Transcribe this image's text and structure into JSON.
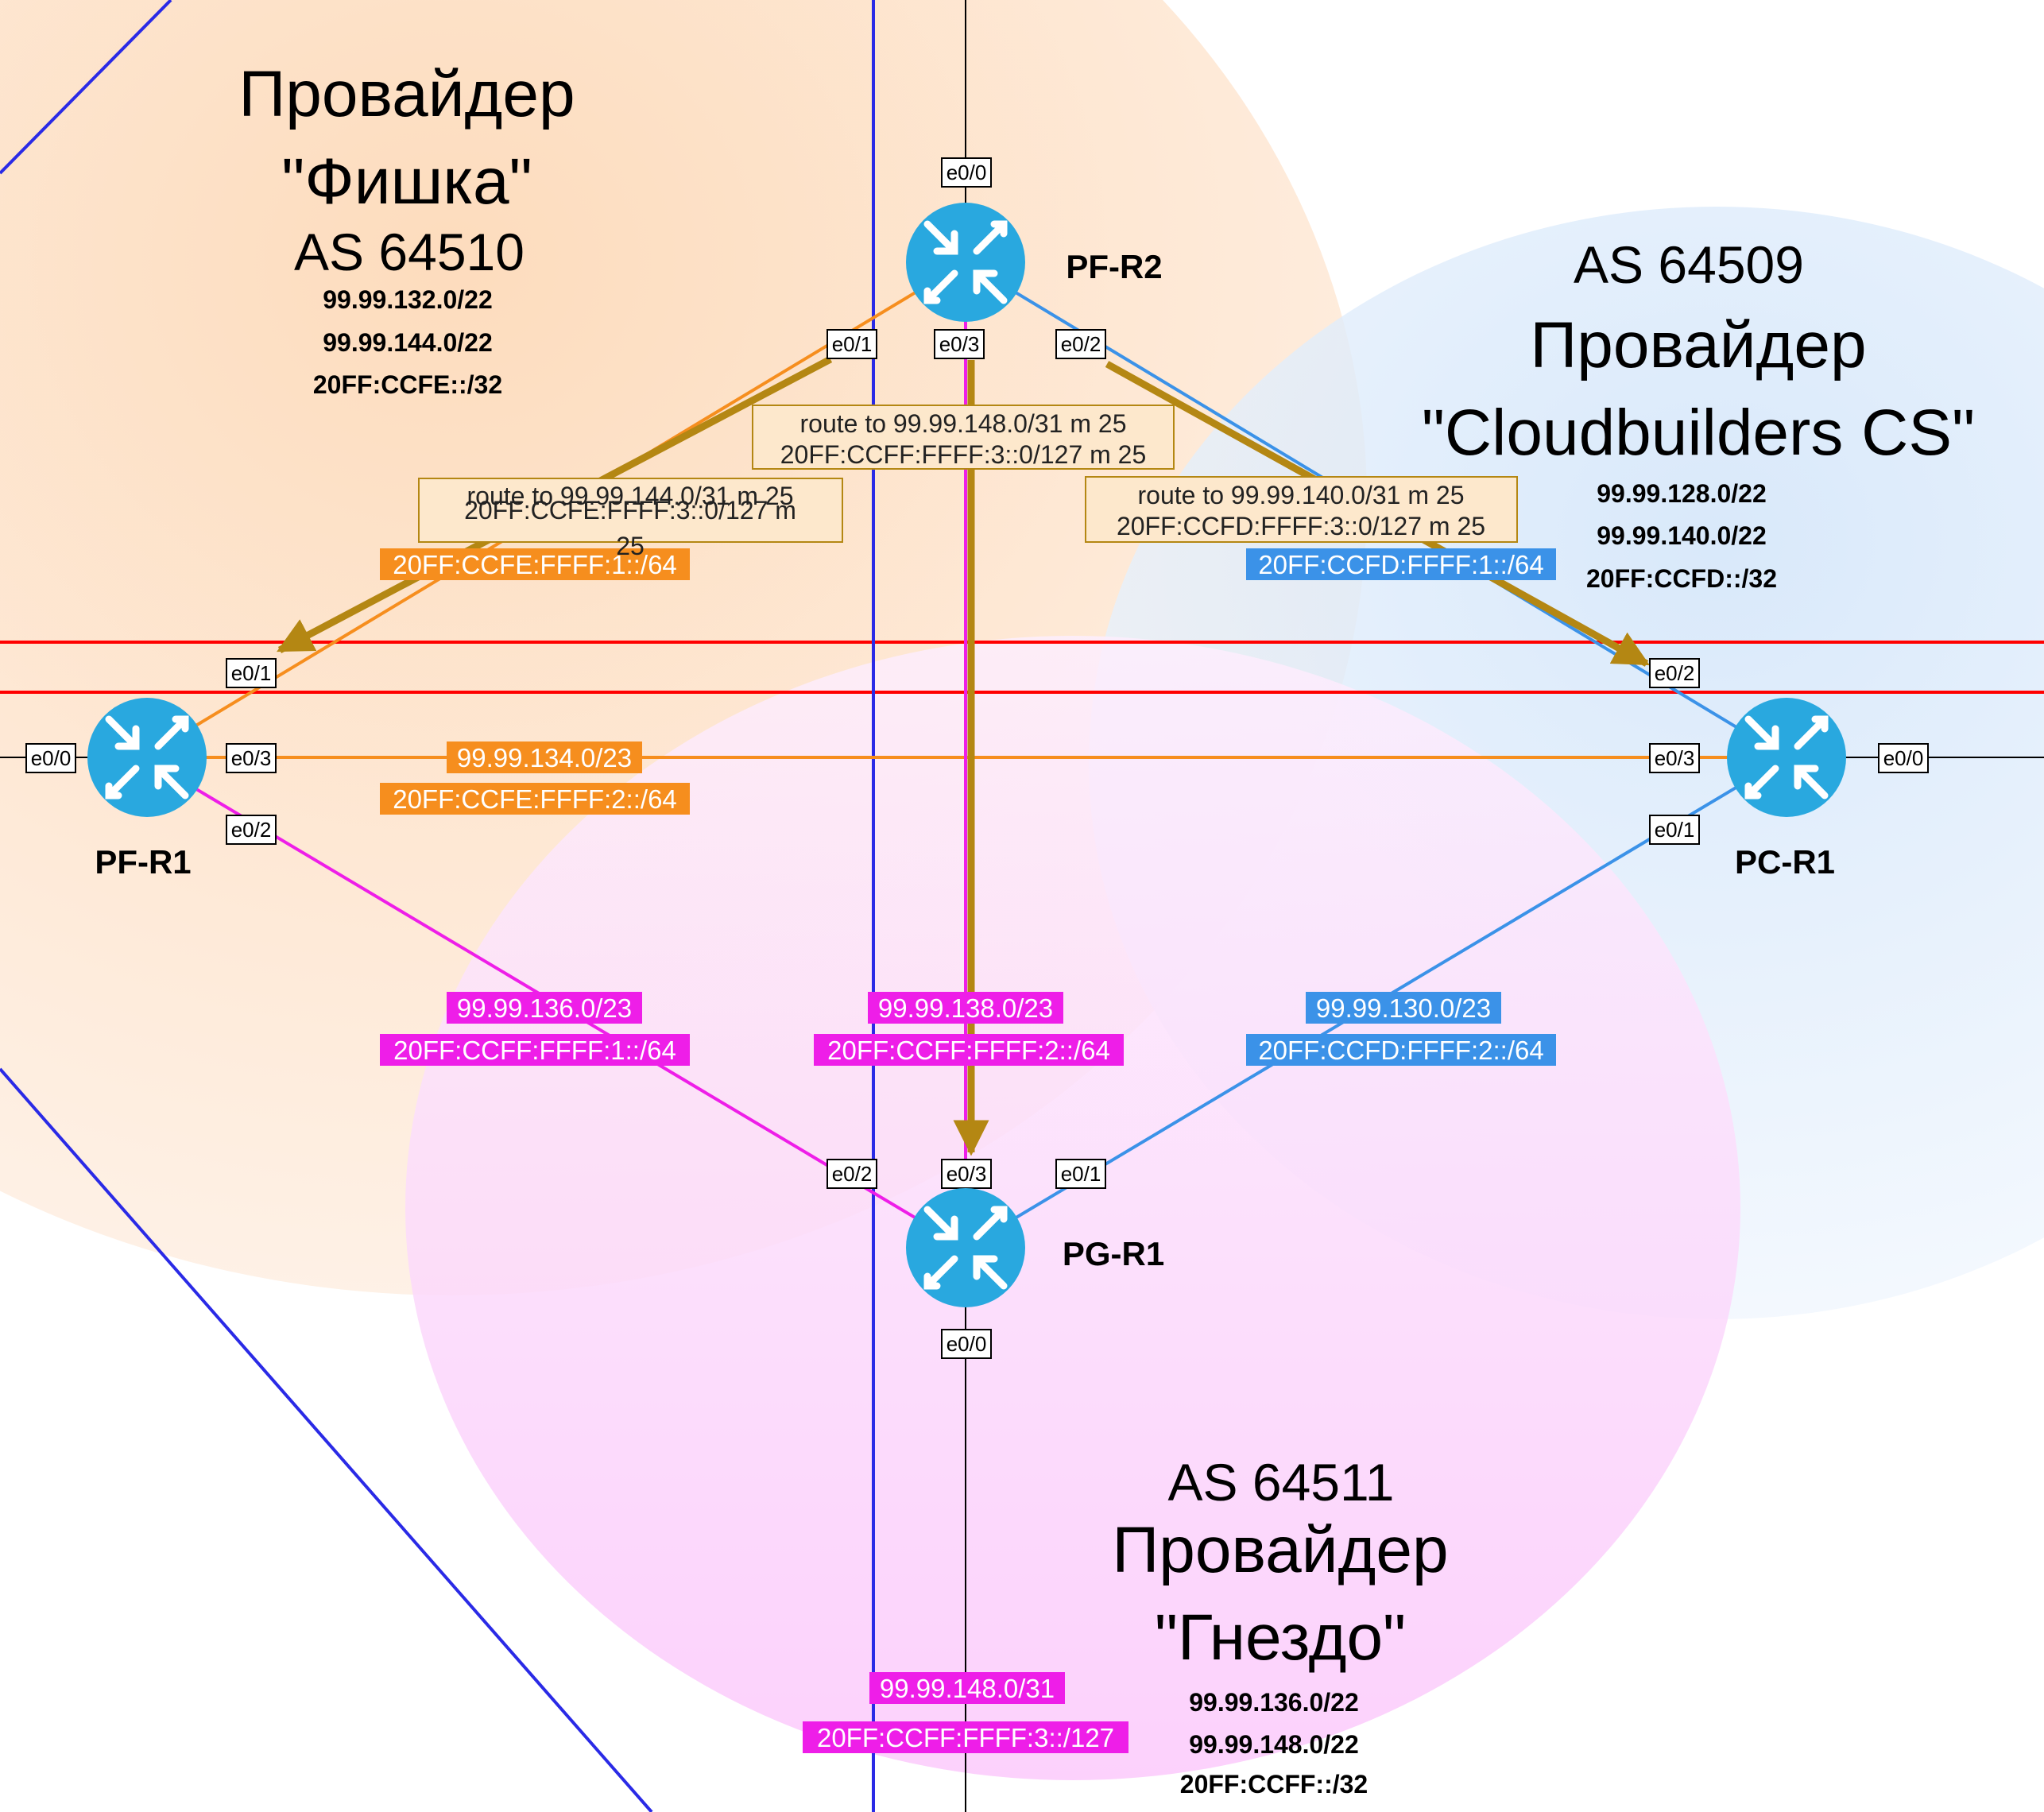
{
  "regions": {
    "fishka": {
      "title_line1": "Провайдер",
      "title_line2": "\"Фишка\"",
      "as": "AS 64510",
      "prefixes": [
        "99.99.132.0/22",
        "99.99.144.0/22",
        "20FF:CCFE::/32"
      ],
      "color": "#fde3cc"
    },
    "cloud": {
      "as": "AS 64509",
      "title_line1": "Провайдер",
      "title_line2": "\"Cloudbuilders CS\"",
      "prefixes": [
        "99.99.128.0/22",
        "99.99.140.0/22",
        "20FF:CCFD::/32"
      ],
      "color": "#d4e6fa"
    },
    "gnezdo": {
      "as": "AS 64511",
      "title_line1": "Провайдер",
      "title_line2": "\"Гнездо\"",
      "prefixes": [
        "99.99.136.0/22",
        "99.99.148.0/22",
        "20FF:CCFF::/32"
      ],
      "color": "#fbd2fb"
    }
  },
  "routers": {
    "pf_r2": "PF-R2",
    "pf_r1": "PF-R1",
    "pc_r1": "PC-R1",
    "pg_r1": "PG-R1",
    "icon": "router-icon",
    "color": "#29a8df"
  },
  "ports": {
    "pf_r2_e00": "e0/0",
    "pf_r2_e01": "e0/1",
    "pf_r2_e03": "e0/3",
    "pf_r2_e02": "e0/2",
    "pf_r1_e01": "e0/1",
    "pf_r1_e00": "e0/0",
    "pf_r1_e03": "e0/3",
    "pf_r1_e02": "e0/2",
    "pc_r1_e02": "e0/2",
    "pc_r1_e03": "e0/3",
    "pc_r1_e00": "e0/0",
    "pc_r1_e01": "e0/1",
    "pg_r1_e02": "e0/2",
    "pg_r1_e03": "e0/3",
    "pg_r1_e01": "e0/1",
    "pg_r1_e00": "e0/0"
  },
  "networks": {
    "pf2_pf1_v6": "20FF:CCFE:FFFF:1::/64",
    "pf2_pc1_v6": "20FF:CCFD:FFFF:1::/64",
    "pf1_pc1_v4": "99.99.134.0/23",
    "pf1_pc1_v6": "20FF:CCFE:FFFF:2::/64",
    "pf1_pg1_v4": "99.99.136.0/23",
    "pf1_pg1_v6": "20FF:CCFF:FFFF:1::/64",
    "pf2_pg1_v4": "99.99.138.0/23",
    "pf2_pg1_v6": "20FF:CCFF:FFFF:2::/64",
    "pc1_pg1_v4": "99.99.130.0/23",
    "pc1_pg1_v6": "20FF:CCFD:FFFF:2::/64",
    "pg1_ext_v4": "99.99.148.0/31",
    "pg1_ext_v6": "20FF:CCFF:FFFF:3::/127"
  },
  "routes": {
    "to_pf1": {
      "line1": "route to 99.99.144.0/31 m 25",
      "line2": "20FF:CCFE:FFFF:3::0/127 m",
      "line3": "25"
    },
    "to_pg1": {
      "line1": "route to 99.99.148.0/31 m 25",
      "line2": "20FF:CCFF:FFFF:3::0/127 m 25"
    },
    "to_pc1": {
      "line1": "route to 99.99.140.0/31 m 25",
      "line2": "20FF:CCFD:FFFF:3::0/127 m 25"
    }
  },
  "colors": {
    "fishka_link": "#f68e1e",
    "cloud_link": "#3b92e8",
    "gnezdo_link": "#ee1ee8",
    "route_arrow": "#b48713",
    "route_box_fill": "#fde8cc",
    "red_line": "#ff0000",
    "blue_line": "#2a2ae6"
  }
}
